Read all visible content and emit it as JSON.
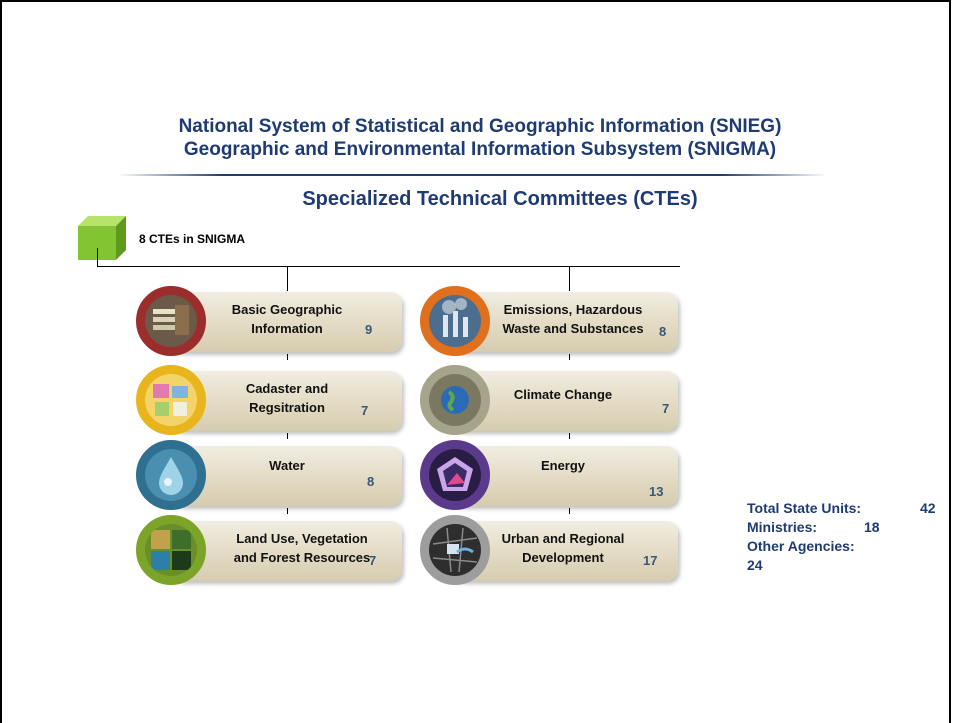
{
  "header": {
    "title_line1": "National System of Statistical and Geographic Information (SNIEG)",
    "title_line2": "Geographic and Environmental Information Subsystem (SNIGMA)",
    "subtitle": "Specialized Technical Committees (CTEs)"
  },
  "summary_label": "8 CTEs  in SNIGMA",
  "committees": [
    {
      "label_1": "Basic Geographic",
      "label_2": "Information",
      "count": "9",
      "color": "#9b2d2d",
      "icon": "map-layers-icon"
    },
    {
      "label_1": "Emissions, Hazardous",
      "label_2": "Waste and Substances",
      "count": "8",
      "color": "#e0701e",
      "icon": "industry-emissions-icon"
    },
    {
      "label_1": "Cadaster and",
      "label_2": "Regsitration",
      "count": "7",
      "color": "#e8b51c",
      "icon": "cadaster-map-icon"
    },
    {
      "label_1": "Climate Change",
      "label_2": "",
      "count": "7",
      "color": "#a6a48a",
      "icon": "globe-icon"
    },
    {
      "label_1": "Water",
      "label_2": "",
      "count": "8",
      "color": "#2f6f8f",
      "icon": "water-drop-icon"
    },
    {
      "label_1": "Energy",
      "label_2": "",
      "count": "13",
      "color": "#5b3a8c",
      "icon": "energy-pentagon-icon"
    },
    {
      "label_1": "Land Use, Vegetation",
      "label_2": "and Forest Resources",
      "count": "7",
      "color": "#7ba428",
      "icon": "land-use-photos-icon"
    },
    {
      "label_1": "Urban and Regional",
      "label_2": "Development",
      "count": "17",
      "color": "#9d9d9d",
      "icon": "urban-map-icon"
    }
  ],
  "totals": {
    "state_units_label": "Total State Units:",
    "state_units_value": "42",
    "ministries_label": "Ministries:",
    "ministries_value": "18",
    "other_label": "Other Agencies:",
    "other_value": "24"
  }
}
